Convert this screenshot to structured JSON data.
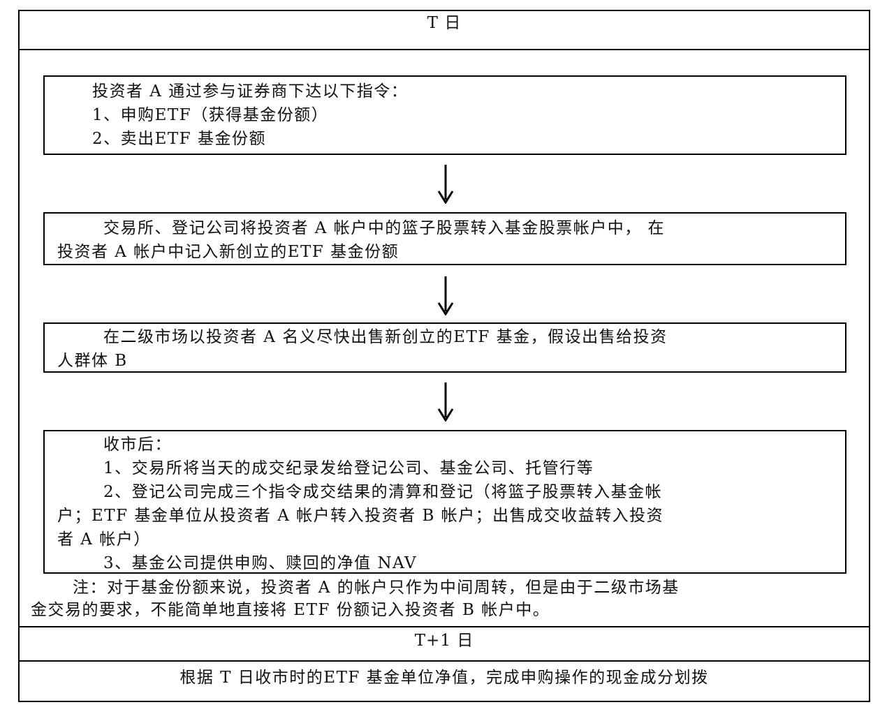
{
  "t_day": {
    "label": "T 日",
    "box1": {
      "lines": [
        "投资者 A 通过参与证券商下达以下指令：",
        "1、申购ETF（获得基金份额）",
        "2、卖出ETF 基金份额"
      ]
    },
    "box2": {
      "line1": "交易所、登记公司将投资者 A 帐户中的篮子股票转入基金股票帐户中， 在",
      "line2": "投资者 A 帐户中记入新创立的ETF 基金份额"
    },
    "box3": {
      "line1": "在二级市场以投资者 A 名义尽快出售新创立的ETF 基金，假设出售给投资",
      "line2": "人群体 B"
    },
    "box4": {
      "heading": "收市后：",
      "item1": "1、交易所将当天的成交纪录发给登记公司、基金公司、托管行等",
      "item2_l1": "2、登记公司完成三个指令成交结果的清算和登记（将篮子股票转入基金帐",
      "item2_l2": "户；ETF 基金单位从投资者 A 帐户转入投资者 B 帐户；出售成交收益转入投资",
      "item2_l3": "者 A 帐户）",
      "item3": "3、基金公司提供申购、赎回的净值 NAV"
    },
    "note_l1": "注：对于基金份额来说，投资者 A 的帐户只作为中间周转，但是由于二级市场基",
    "note_l2": "金交易的要求，不能简单地直接将 ETF 份额记入投资者 B 帐户中。"
  },
  "t1_day": {
    "label": "T+1 日",
    "content": "根据 T 日收市时的ETF 基金单位净值，完成申购操作的现金成分划拨"
  }
}
